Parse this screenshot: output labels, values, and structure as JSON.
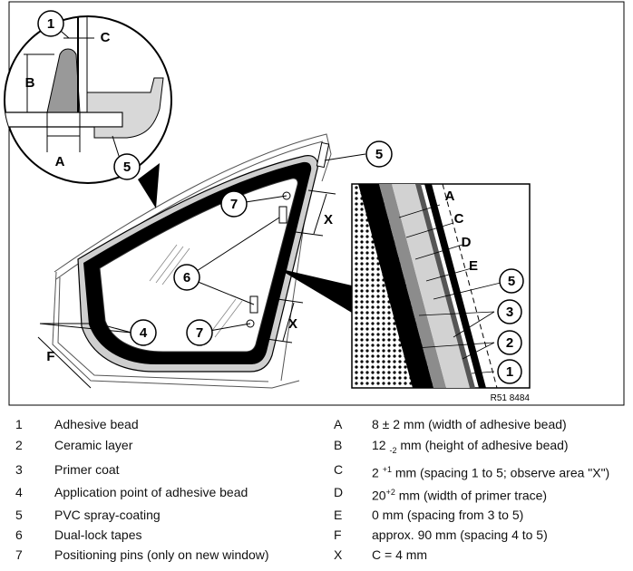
{
  "figure": {
    "reference": "R51 8484",
    "callouts": {
      "n1": "1",
      "n2": "2",
      "n3": "3",
      "n4": "4",
      "n5": "5",
      "n6": "6",
      "n7": "7",
      "lA": "A",
      "lB": "B",
      "lC": "C",
      "lD": "D",
      "lE": "E",
      "lF": "F",
      "lX": "X"
    }
  },
  "legend": {
    "items": [
      {
        "num": "1",
        "text": "Adhesive bead"
      },
      {
        "num": "2",
        "text": "Ceramic layer"
      },
      {
        "num": "3",
        "text": "Primer coat"
      },
      {
        "num": "4",
        "text": "Application point of adhesive bead"
      },
      {
        "num": "5",
        "text": "PVC spray-coating"
      },
      {
        "num": "6",
        "text": "Dual-lock tapes"
      },
      {
        "num": "7",
        "text": "Positioning pins (only on new window)"
      }
    ],
    "dims": [
      {
        "letter": "A",
        "pre": "8 ± 2 mm (width of adhesive bead)",
        "sup": "",
        "sub": "",
        "post": ""
      },
      {
        "letter": "B",
        "pre": "12 ",
        "sup": "",
        "sub": "-2",
        "post": " mm (height of adhesive bead)"
      },
      {
        "letter": "C",
        "pre": "2 ",
        "sup": "+1",
        "sub": "",
        "post": " mm (spacing 1 to 5; observe area \"X\")"
      },
      {
        "letter": "D",
        "pre": "20",
        "sup": "+2",
        "sub": "",
        "post": " mm (width of primer trace)"
      },
      {
        "letter": "E",
        "pre": "0 mm (spacing from 3 to 5)",
        "sup": "",
        "sub": "",
        "post": ""
      },
      {
        "letter": "F",
        "pre": "approx. 90 mm (spacing 4 to 5)",
        "sup": "",
        "sub": "",
        "post": ""
      },
      {
        "letter": "X",
        "pre": "C = 4 mm",
        "sup": "",
        "sub": "",
        "post": ""
      }
    ]
  }
}
